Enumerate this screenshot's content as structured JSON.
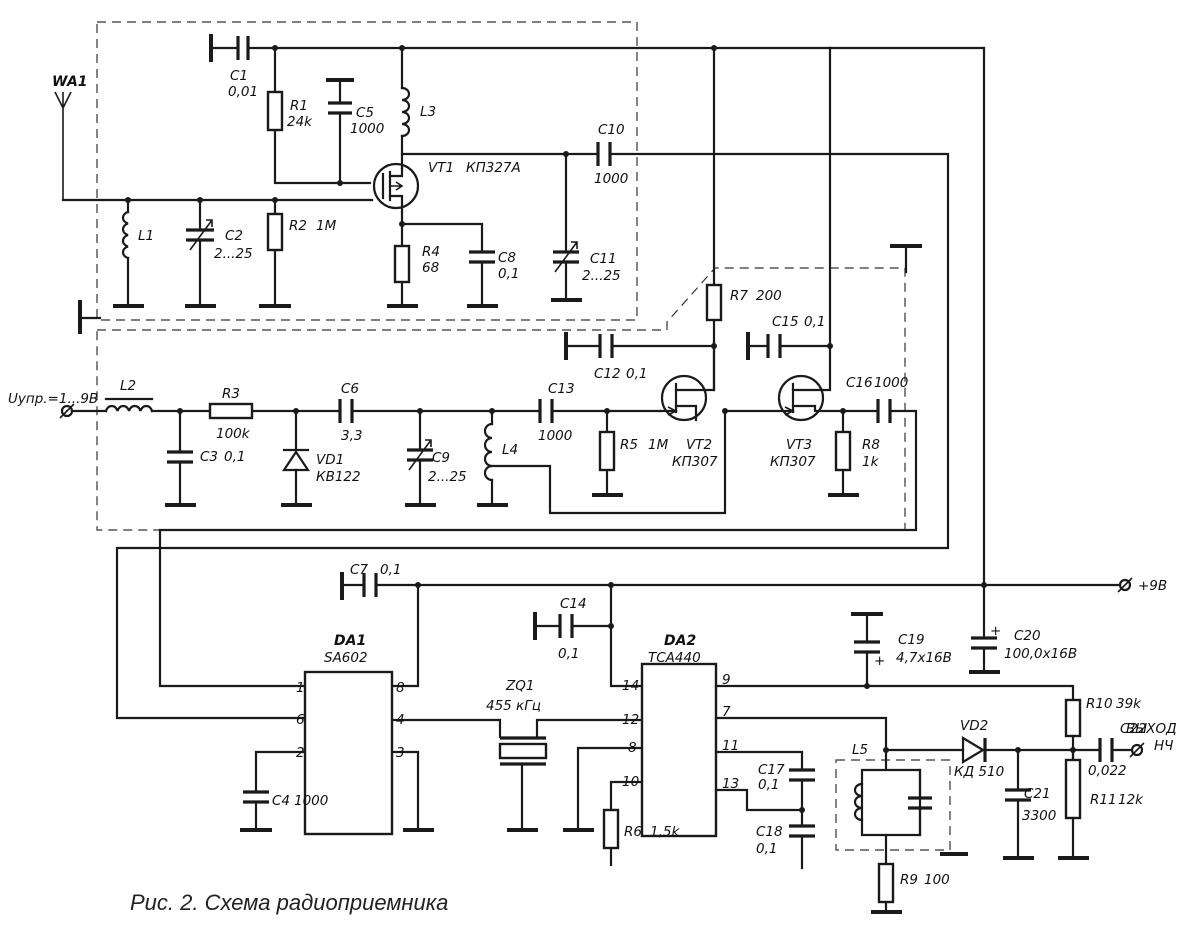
{
  "caption": "Рис. 2. Схема радиоприемника",
  "labels": {
    "WA1": "WA1",
    "C1": "C1",
    "C1v": "0,01",
    "R1": "R1",
    "R1v": "24k",
    "C5": "C5",
    "C5v": "1000",
    "L3": "L3",
    "C10": "C10",
    "C10v": "1000",
    "VT1": "VT1",
    "VT1v": "КП327А",
    "L1": "L1",
    "C2": "C2",
    "C2v": "2...25",
    "R2": "R2",
    "R2v": "1M",
    "R4": "R4",
    "R4v": "68",
    "C8": "C8",
    "C8v": "0,1",
    "C11": "C11",
    "C11v": "2...25",
    "R7": "R7",
    "R7v": "200",
    "C15": "C15",
    "C15v": "0,1",
    "C12": "C12",
    "C12v": "0,1",
    "Uupr": "Uупр.=1...9В",
    "L2": "L2",
    "R3": "R3",
    "R3v": "100k",
    "C6": "C6",
    "C6v": "3,3",
    "C13": "C13",
    "C13v": "1000",
    "C16": "C16",
    "C16v": "1000",
    "C3": "C3",
    "C3v": "0,1",
    "VD1": "VD1",
    "VD1v": "КВ122",
    "C9": "C9",
    "C9v": "2...25",
    "L4": "L4",
    "R5": "R5",
    "R5v": "1M",
    "VT2": "VT2",
    "VT2v": "КП307",
    "VT3": "VT3",
    "VT3v": "КП307",
    "R8": "R8",
    "R8v": "1k",
    "C7": "C7",
    "C7v": "0,1",
    "plus9": "+9В",
    "C14": "C14",
    "C14v": "0,1",
    "DA1": "DA1",
    "DA1v": "SA602",
    "DA2": "DA2",
    "DA2v": "TCA440",
    "C19": "C19",
    "C19v": "4,7x16В",
    "C20": "C20",
    "C20v": "100,0x16В",
    "ZQ1": "ZQ1",
    "ZQ1v": "455 кГц",
    "R10": "R10",
    "R10v": "39k",
    "VD2": "VD2",
    "VD2v": "КД 510",
    "C22": "C22",
    "C22v": "0,022",
    "out1": "ВЫХОД",
    "out2": "НЧ",
    "L5": "L5",
    "C17": "C17",
    "C17v": "0,1",
    "C18": "C18",
    "C18v": "0,1",
    "C4": "C4",
    "C4v": "1000",
    "R6": "R6",
    "R6v": "1,5k",
    "C21": "C21",
    "C21v": "3300",
    "R11": "R11",
    "R11v": "12k",
    "R9": "R9",
    "R9v": "100",
    "plusSign": "+"
  },
  "pins": {
    "da1": [
      "1",
      "8",
      "6",
      "4",
      "2",
      "3"
    ],
    "da2": [
      "14",
      "9",
      "12",
      "7",
      "8",
      "11",
      "10",
      "13"
    ]
  }
}
